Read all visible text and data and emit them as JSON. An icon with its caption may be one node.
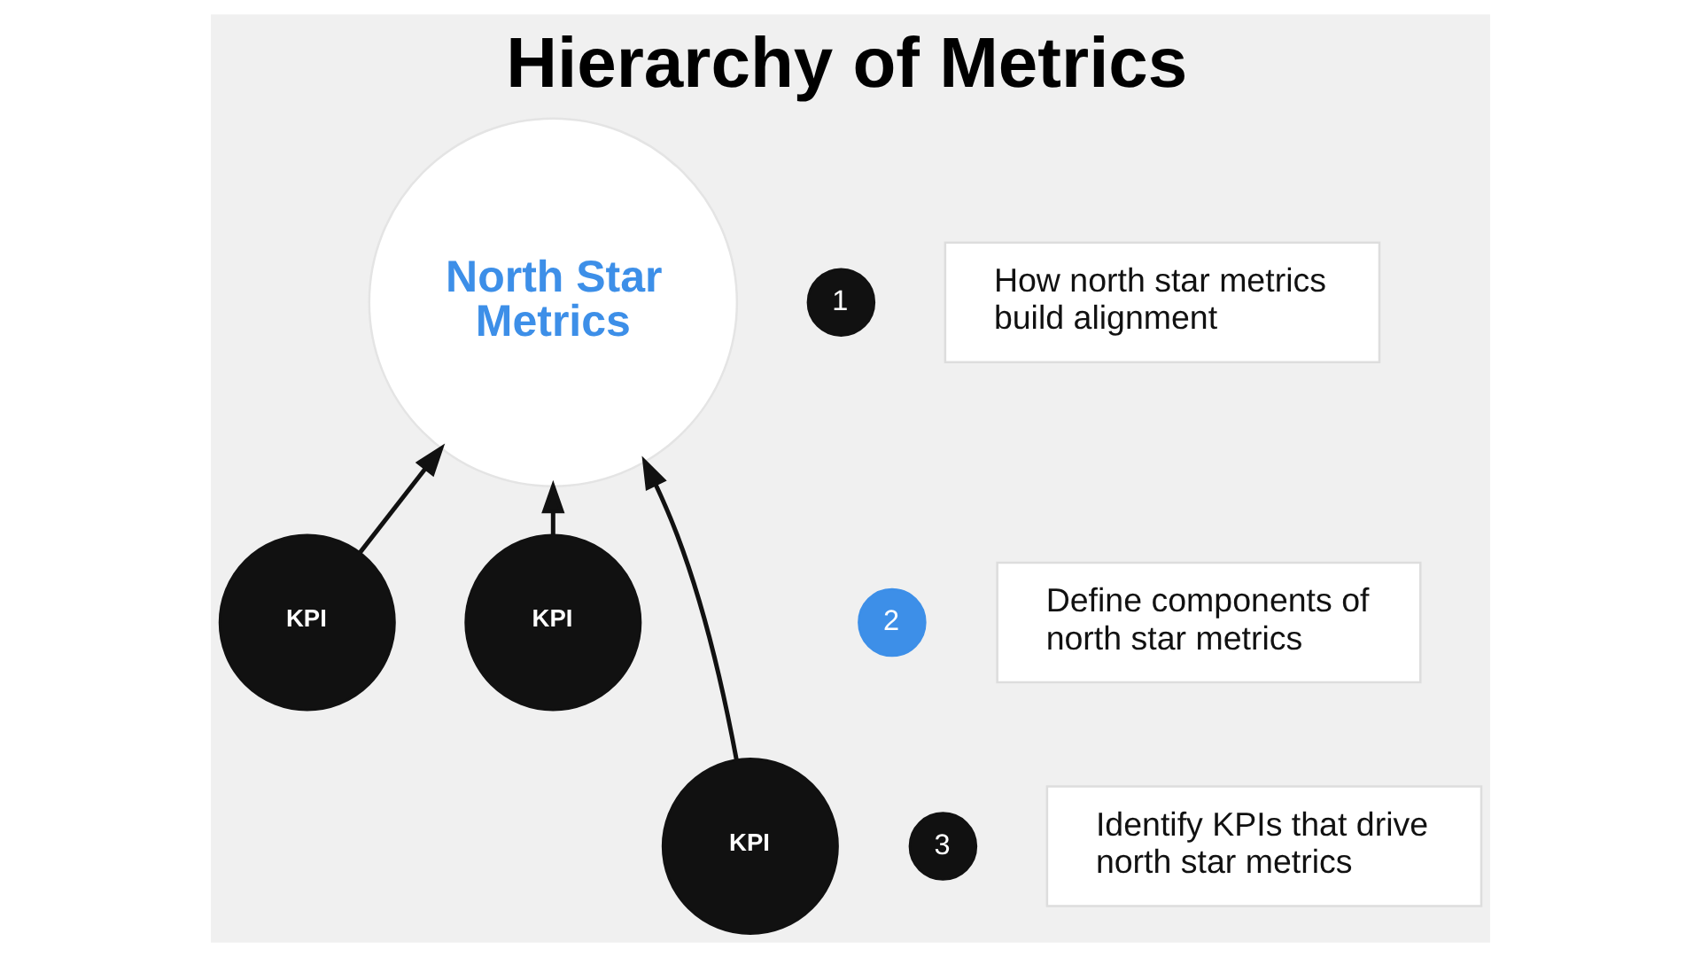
{
  "diagram": {
    "title": "Hierarchy of Metrics",
    "nodes": [
      {
        "text": [
          "North Star Metrics"
        ]
      },
      {
        "text": [
          "1"
        ]
      },
      {
        "text": [
          "How north star metrics build alignment"
        ]
      },
      {
        "text": [
          "2"
        ]
      },
      {
        "text": [
          "Define components of north star metrics"
        ]
      },
      {
        "text": [
          "KPI"
        ]
      },
      {
        "text": [
          "KPI"
        ]
      },
      {
        "text": [
          "KPI"
        ]
      },
      {
        "text": [
          "3"
        ]
      },
      {
        "text": [
          "Identify KPIs that drive north star metrics"
        ]
      }
    ],
    "edges": [
      {
        "from": 5,
        "to": 0,
        "arrow": "to"
      },
      {
        "from": 6,
        "to": 0,
        "arrow": "to"
      },
      {
        "from": 7,
        "to": 0,
        "arrow": "to"
      }
    ]
  }
}
